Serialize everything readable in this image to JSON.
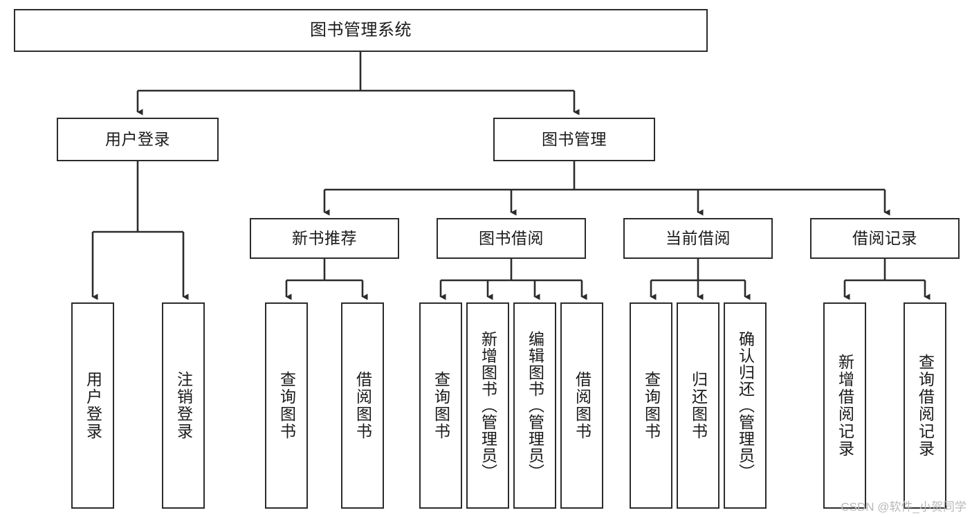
{
  "diagram": {
    "type": "tree",
    "title": "图书管理系统",
    "watermark": "CSDN @软件_小贺同学",
    "colors": {
      "stroke": "#2b2b2b",
      "fill": "#ffffff",
      "text": "#1a1a1a",
      "watermark": "#b9b9b9"
    },
    "nodes": {
      "root": {
        "label": "图书管理系统"
      },
      "tier2": [
        {
          "label": "用户登录"
        },
        {
          "label": "图书管理"
        }
      ],
      "tier3": [
        {
          "label": "新书推荐"
        },
        {
          "label": "图书借阅"
        },
        {
          "label": "当前借阅"
        },
        {
          "label": "借阅记录"
        }
      ],
      "leaves": {
        "user_login": [
          {
            "label": "用户登录"
          },
          {
            "label": "注销登录"
          }
        ],
        "new_book": [
          {
            "label": "查询图书"
          },
          {
            "label": "借阅图书"
          }
        ],
        "borrow": [
          {
            "label": "查询图书"
          },
          {
            "label": "新增图书（管理员）"
          },
          {
            "label": "编辑图书（管理员）"
          },
          {
            "label": "借阅图书"
          }
        ],
        "current": [
          {
            "label": "查询图书"
          },
          {
            "label": "归还图书"
          },
          {
            "label": "确认归还（管理员）"
          }
        ],
        "records": [
          {
            "label": "新增借阅记录"
          },
          {
            "label": "查询借阅记录"
          }
        ]
      }
    }
  }
}
